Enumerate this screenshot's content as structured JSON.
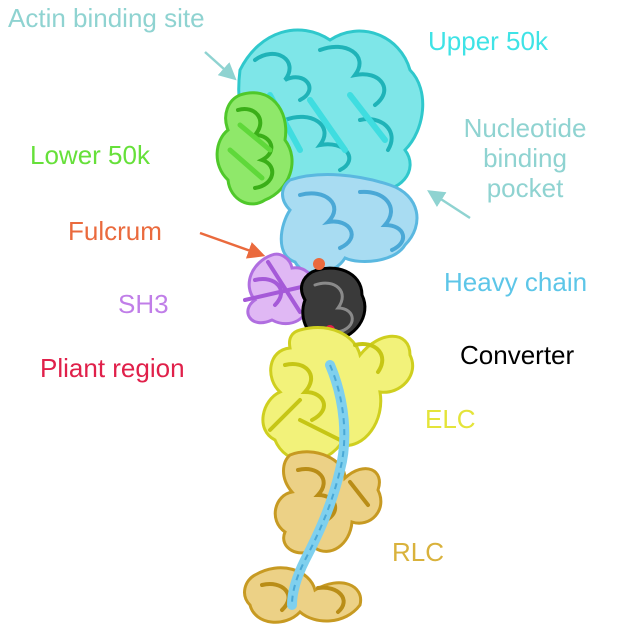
{
  "labels": {
    "actin": {
      "text": "Actin binding site",
      "color": "#8fd3d1"
    },
    "upper": {
      "text": "Upper 50k",
      "color": "#3fe3e6"
    },
    "lower": {
      "text": "Lower 50k",
      "color": "#66e03a"
    },
    "nucleotide": {
      "lines": [
        "Nucleotide",
        "binding",
        "pocket"
      ],
      "color": "#8fd3d1"
    },
    "fulcrum": {
      "text": "Fulcrum",
      "color": "#ea6a3d"
    },
    "sh3": {
      "text": "SH3",
      "color": "#c07ee8"
    },
    "heavy": {
      "text": "Heavy chain",
      "color": "#5dc6e8"
    },
    "pliant": {
      "text": "Pliant region",
      "color": "#e0204a"
    },
    "converter": {
      "text": "Converter",
      "color": "#000000"
    },
    "elc": {
      "text": "ELC",
      "color": "#e4e43a"
    },
    "rlc": {
      "text": "RLC",
      "color": "#d9b23c"
    }
  },
  "domain_colors": {
    "upper_50k": "#3fe3e6",
    "lower_50k": "#66e03a",
    "heavy_chain": "#7fd0ee",
    "sh3": "#c07ee8",
    "converter": "#111111",
    "pliant": "#e0204a",
    "fulcrum": "#ea6a3d",
    "elc": "#e8e83a",
    "rlc": "#d9b23c",
    "arrow_actin": "#8fd3d1",
    "arrow_fulcrum": "#ea6a3d"
  }
}
